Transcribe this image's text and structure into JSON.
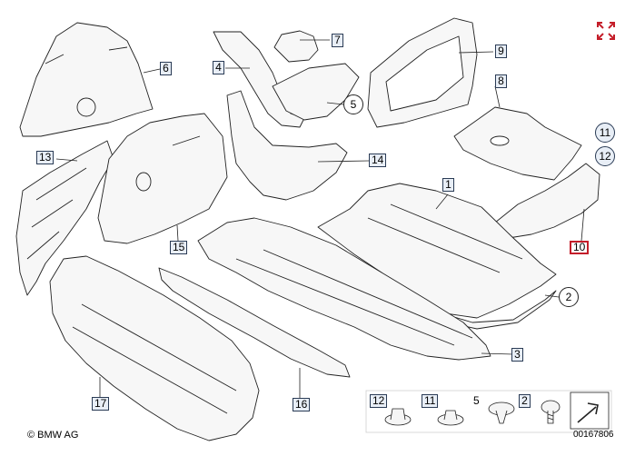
{
  "callouts": {
    "c1": "1",
    "c2": "2",
    "c3": "3",
    "c4": "4",
    "c5": "5",
    "c6": "6",
    "c7": "7",
    "c8": "8",
    "c9": "9",
    "c10": "10",
    "c11": "11",
    "c12": "12",
    "c13": "13",
    "c14": "14",
    "c15": "15",
    "c16": "16",
    "c17": "17"
  },
  "legend": {
    "l12": "12",
    "l11": "11",
    "l5": "5",
    "l2": "2"
  },
  "copyright": "© BMW AG",
  "diagram_id": "00167806",
  "icons": {
    "expand": "expand-icon",
    "arrow": "arrow-icon"
  },
  "colors": {
    "callout_border": "#2a3b55",
    "callout_fill": "#e8eef6",
    "highlight": "#c41e2a",
    "expand": "#c41e2a"
  }
}
